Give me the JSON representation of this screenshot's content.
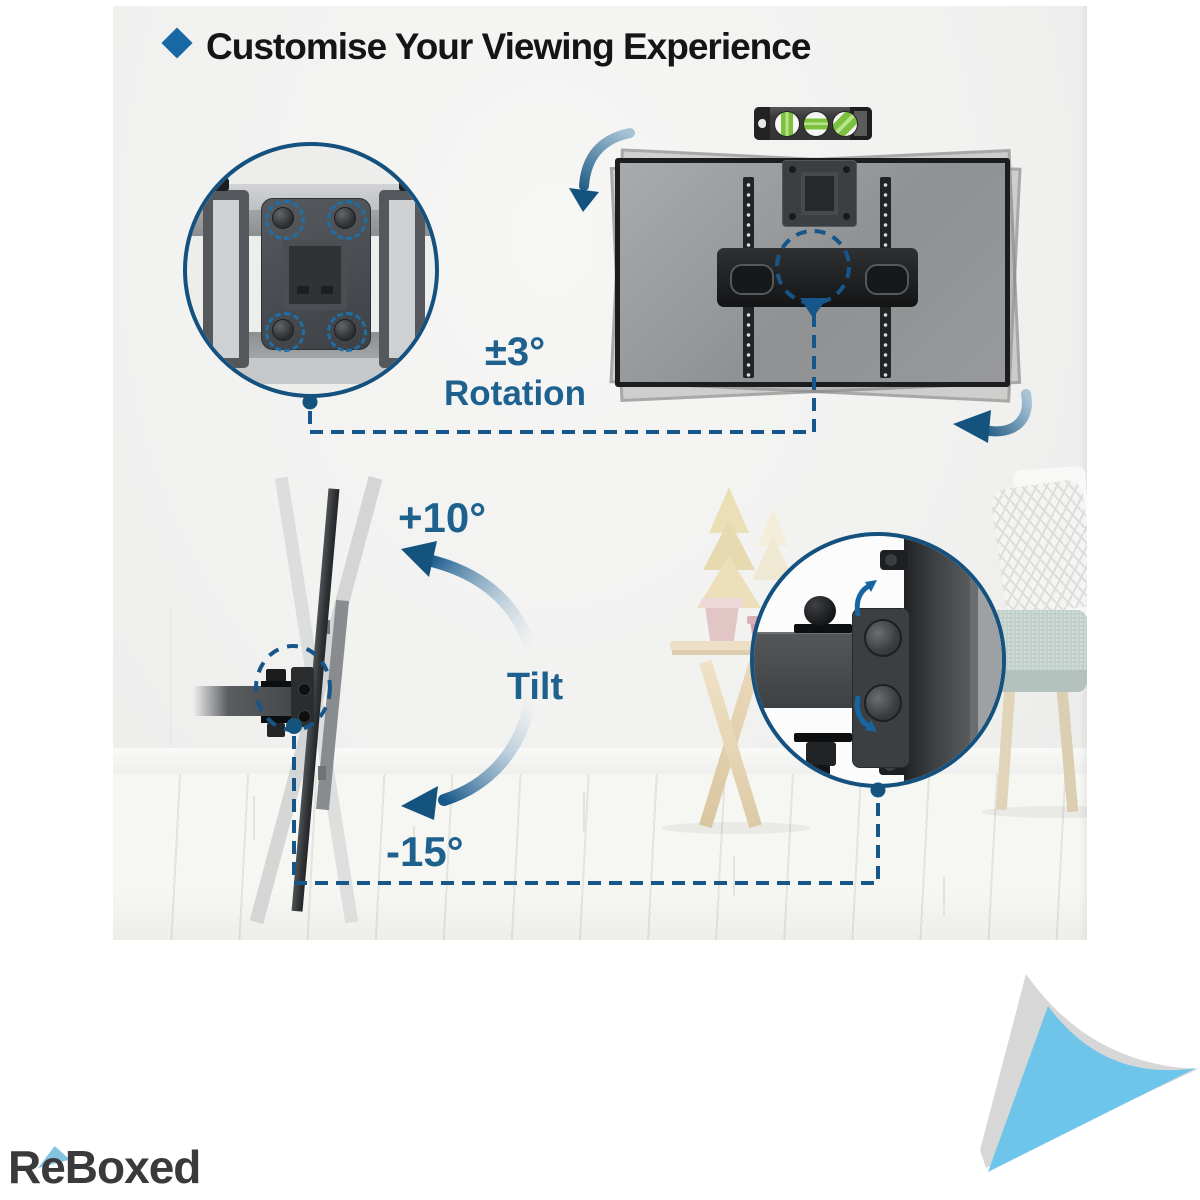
{
  "title": {
    "text": "Customise Your Viewing Experience"
  },
  "rotation": {
    "angle": "±3°",
    "label": "Rotation"
  },
  "tilt": {
    "up": "+10°",
    "label": "Tilt",
    "down": "-15°"
  },
  "logo": {
    "text": "ReBoxed"
  },
  "icons": {
    "bullet": "diamond-icon",
    "tool": "spirit-level",
    "corner": "page-curl"
  },
  "colors": {
    "accent_navy": "#17568a",
    "label_blue": "#1e618f",
    "arrow_dark": "#14537d",
    "title_text": "#151515",
    "curl_blue": "#6fc5e9",
    "logo_text": "#3a3a3c",
    "level_green": "#7cc23e"
  }
}
